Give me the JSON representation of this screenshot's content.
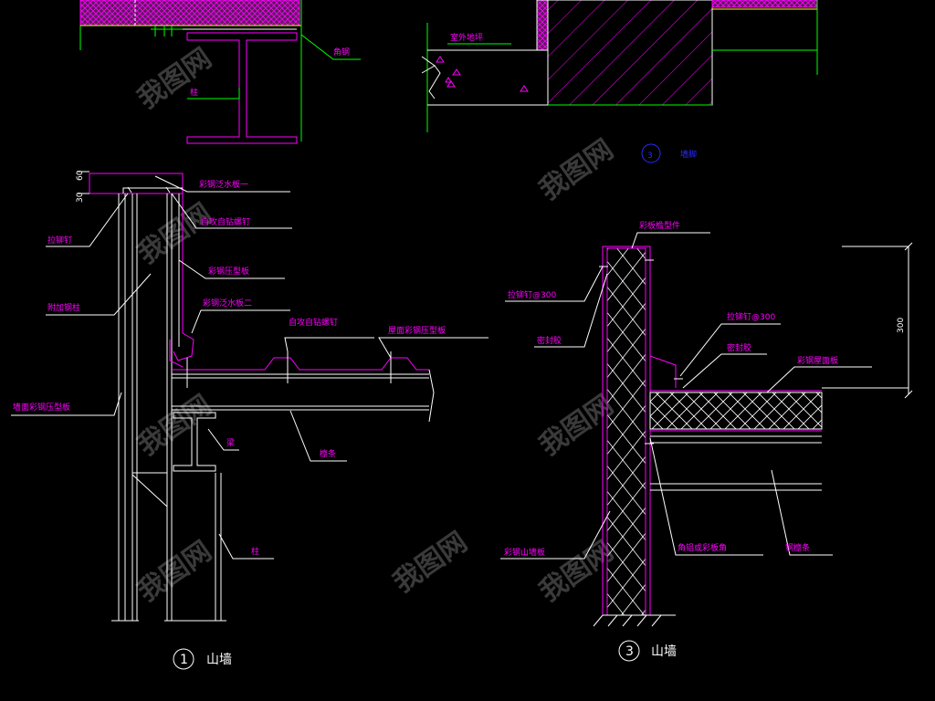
{
  "colors": {
    "background": "#000000",
    "white": "#ffffff",
    "magenta": "#ff00ff",
    "green": "#00ff00",
    "yellow": "#ffff00",
    "blue": "#2a2aff",
    "watermark": "#3a3a3a"
  },
  "top_left": {
    "label_column": "柱",
    "label_angle": "角钢"
  },
  "top_right": {
    "label_waterproof": "室外地坪",
    "detail_number": "3",
    "detail_name": "墙脚"
  },
  "detail1": {
    "dim_60": "60",
    "dim_30": "30",
    "label_flashing_1": "彩钢泛水板一",
    "label_self_tap_screw_1": "自攻自钻螺钉",
    "label_rivet": "拉铆钉",
    "label_wall_profile": "彩钢压型板",
    "label_flashing_2": "彩钢泛水板二",
    "label_added_steel": "附加钢柱",
    "label_self_tap_screw_2": "自攻自钻螺钉",
    "label_roof_profile": "屋面彩钢压型板",
    "label_wall_panel": "墙面彩钢压型板",
    "label_beam": "梁",
    "label_purlin": "檩条",
    "label_column": "柱",
    "number": "1",
    "name": "山墙"
  },
  "detail3": {
    "label_cap": "彩板檐型件",
    "label_rivet_300": "拉铆钉@300",
    "label_sealant": "密封胶",
    "label_rivet_300_b": "拉铆钉@300",
    "label_seal_strip": "密封胶",
    "label_roof_panel": "彩钢屋面板",
    "dim_300": "300",
    "label_gable_panel": "彩钢山墙板",
    "label_corner": "角铝或彩板角",
    "label_steel_purlin": "钢檩条",
    "number": "3",
    "name": "山墙"
  },
  "watermark_text": "我图网"
}
